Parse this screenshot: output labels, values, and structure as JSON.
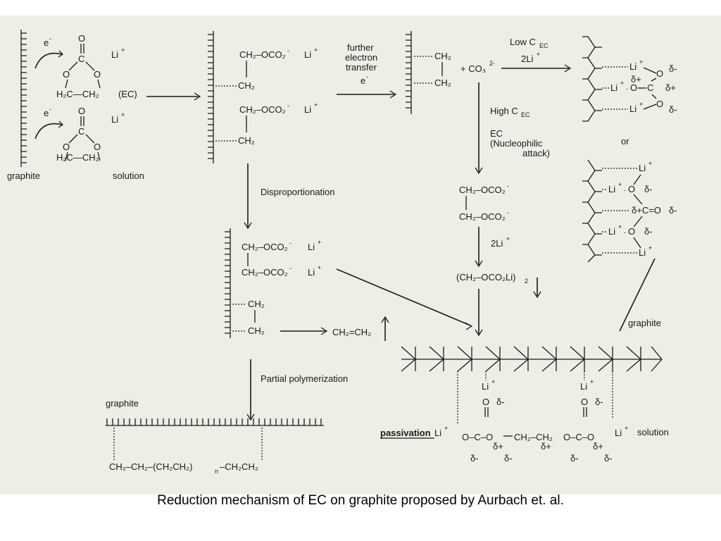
{
  "caption": "Reduction mechanism of EC on graphite proposed by Aurbach et. al.",
  "labels": {
    "graphite": "graphite",
    "solution": "solution",
    "ec": "(EC)",
    "electron": "e",
    "li": "Li",
    "carbonyl_o": "O",
    "ring_c": "C",
    "ring_h2c_ch2_1": "H₂C—CH₂",
    "ring_h2c_ch2_2": "H₂C—CH₂",
    "ch2_oco2": "CH₂–OCO₂",
    "ch2": "CH₂",
    "further_electron_transfer": [
      "further",
      "electron",
      "transfer"
    ],
    "plus_co3": "+ CO₃",
    "co3_charge": "2-",
    "low_cec": "Low C",
    "ec_sub": "EC",
    "two_li": "2Li",
    "high_cec": "High C",
    "ec_nucleophilic": [
      "EC",
      "(Nucleophilic",
      "attack)"
    ],
    "or": "or",
    "disproportionation": "Disproportionation",
    "partial_polymerization": "Partial polymerization",
    "ethylene": "CH₂=CH₂",
    "dilithium_product": "(CH₂–OCO₂Li)",
    "dilithium_sub": "2",
    "polymer_chain": "CH₂–CH₂–(CH₂CH₂)",
    "polymer_n": "n",
    "polymer_end": "–CH₂CH₂",
    "passivation": "passivation",
    "delta_minus": "δ-",
    "delta_plus": "δ+",
    "oc_o": "O–C–O",
    "c_eq_o": "δ+C=O",
    "ch2ch2_bridge": "CH₂–CH₂"
  }
}
